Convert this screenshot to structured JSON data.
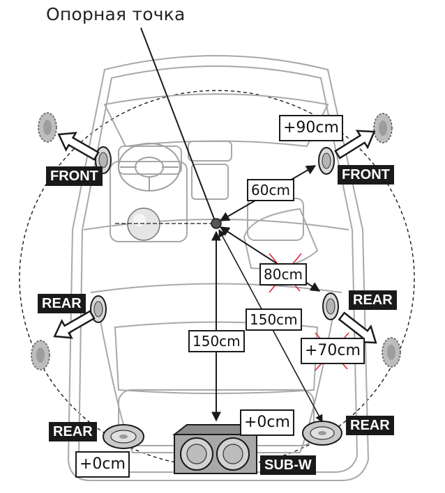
{
  "title": "Опорная точка",
  "speakers": {
    "front_left": "FRONT",
    "front_right": "FRONT",
    "rear_left": "REAR",
    "rear_right": "REAR",
    "rear_bottom_left": "REAR",
    "rear_bottom_right": "REAR",
    "subwoofer": "SUB-W"
  },
  "offsets": {
    "front_right": "+90cm",
    "rear_right": "+70cm",
    "rear_bottom_left": "+0cm",
    "subwoofer": "+0cm"
  },
  "distances": {
    "front_right": "60cm",
    "rear_right_crossed": "80cm",
    "rear_bottom_right": "150cm",
    "subwoofer": "150cm"
  },
  "colors": {
    "ink": "#1a1a1a",
    "cross": "#d9282f",
    "grey": "#9a9a9a"
  }
}
